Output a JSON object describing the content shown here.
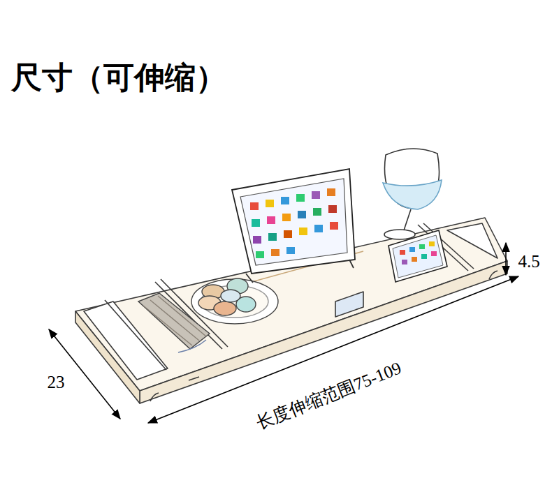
{
  "diagram": {
    "title": "尺寸（可伸缩）",
    "labels": [
      "23",
      "长度伸缩范围75-109",
      "4.5"
    ]
  }
}
